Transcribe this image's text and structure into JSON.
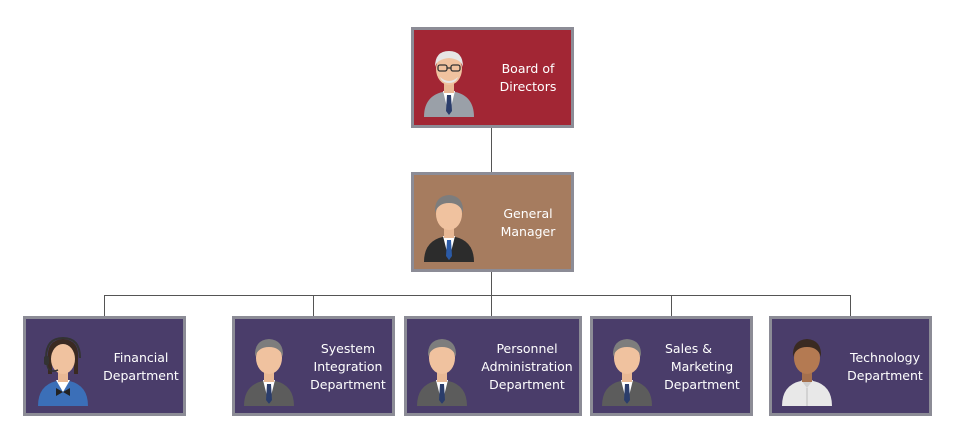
{
  "colors": {
    "board": "#a22634",
    "manager": "#a67c5f",
    "department": "#4a3d6a",
    "border": "#8c8c96",
    "connector": "#555555"
  },
  "board": {
    "line1": "Board of",
    "line2": "Directors",
    "icon": "elderly-executive-avatar-icon"
  },
  "manager": {
    "line1": "General",
    "line2": "Manager",
    "icon": "businessman-avatar-icon"
  },
  "departments": [
    {
      "lines": [
        "Financial",
        "Department"
      ],
      "icon": "receptionist-headset-avatar-icon"
    },
    {
      "lines": [
        "Syestem",
        "Integration",
        "Department"
      ],
      "icon": "businessman-avatar-icon"
    },
    {
      "lines": [
        "Personnel",
        "Administration",
        "Department"
      ],
      "icon": "businessman-avatar-icon"
    },
    {
      "lines": [
        "Sales &",
        "Marketing",
        "Department"
      ],
      "icon": "businessman-avatar-icon"
    },
    {
      "lines": [
        "Technology",
        "Department"
      ],
      "icon": "casual-worker-avatar-icon"
    }
  ]
}
